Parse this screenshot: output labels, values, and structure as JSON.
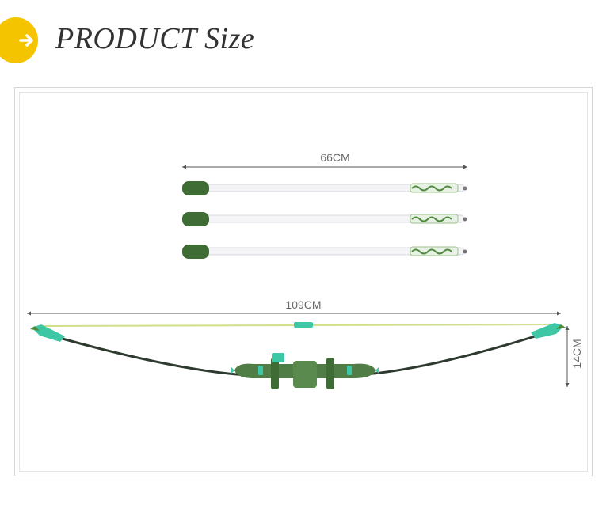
{
  "header": {
    "title": "PRODUCT Size",
    "badge_icon": "arrow-right-icon",
    "badge_color": "#f5c400"
  },
  "dimensions": {
    "arrow_length": "66CM",
    "bow_length": "109CM",
    "bow_height": "14CM"
  },
  "colors": {
    "arrow_tip": "#3f6b35",
    "bow_grip": "#4f7d45",
    "accent": "#3ec7a5",
    "string": "#cfe08a"
  }
}
